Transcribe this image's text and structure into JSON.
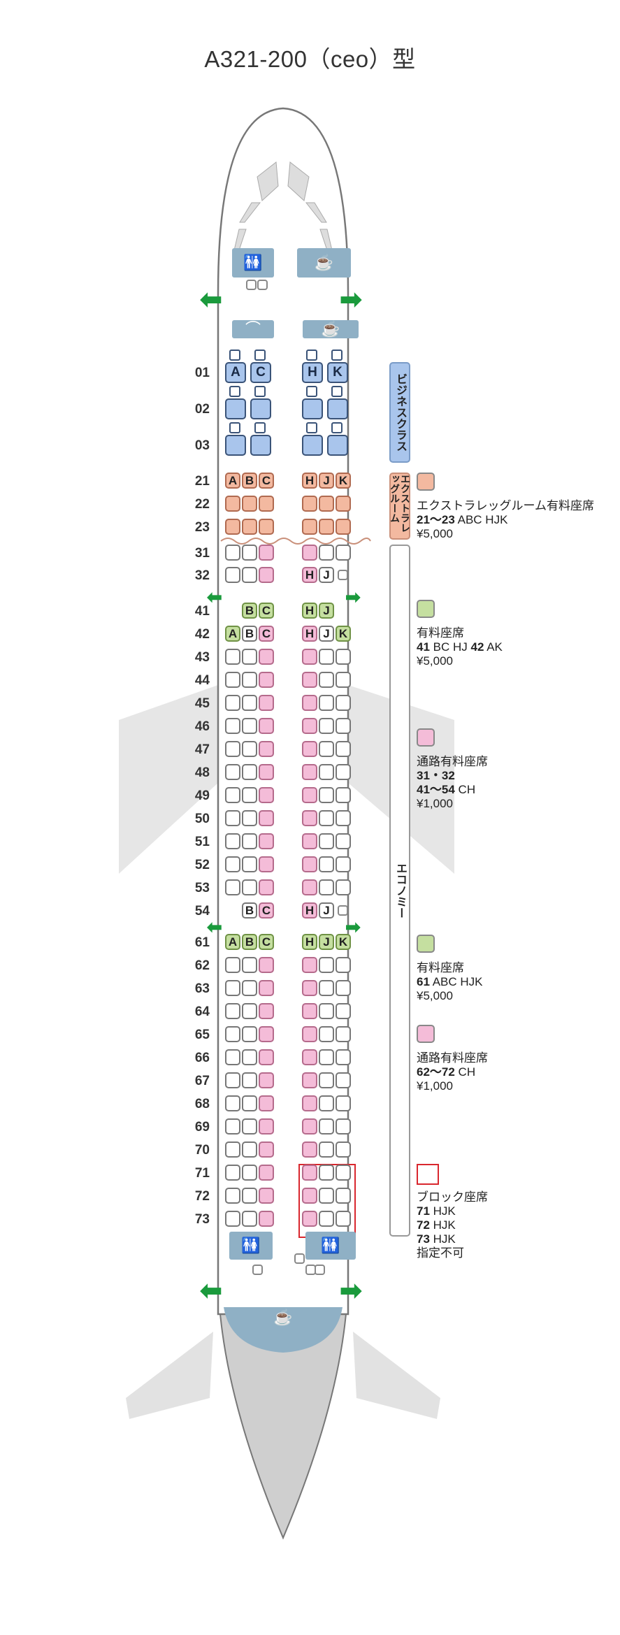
{
  "title": "A321-200（ceo）型",
  "bands": {
    "business": "ビジネスクラス",
    "extra": "エクストラレッグルーム",
    "economy": "エコノミー"
  },
  "colors": {
    "business": "#a9c5ec",
    "extra": "#f3b9a0",
    "paid": "#c5dfa0",
    "aisle_paid": "#f4bcd8",
    "blocked": "#d9272e",
    "exit_arrow": "#1a9a3c",
    "facility": "#8fb0c5"
  },
  "icons": [
    "toilet-icon",
    "coffee-cup-icon",
    "hanger-icon",
    "exit-arrow-icon"
  ],
  "business_rows": [
    {
      "num": "01",
      "left": [
        "A",
        "C"
      ],
      "right": [
        "H",
        "K"
      ]
    },
    {
      "num": "02",
      "left": [
        "",
        ""
      ],
      "right": [
        "",
        ""
      ]
    },
    {
      "num": "03",
      "left": [
        "",
        ""
      ],
      "right": [
        "",
        ""
      ]
    }
  ],
  "economy_rows": [
    {
      "num": "21",
      "seats": [
        {
          "l": "A",
          "t": "ex"
        },
        {
          "l": "B",
          "t": "ex"
        },
        {
          "l": "C",
          "t": "ex"
        },
        {
          "l": "H",
          "t": "ex"
        },
        {
          "l": "J",
          "t": "ex"
        },
        {
          "l": "K",
          "t": "ex"
        }
      ]
    },
    {
      "num": "22",
      "seats": [
        {
          "l": "",
          "t": "ex"
        },
        {
          "l": "",
          "t": "ex"
        },
        {
          "l": "",
          "t": "ex"
        },
        {
          "l": "",
          "t": "ex"
        },
        {
          "l": "",
          "t": "ex"
        },
        {
          "l": "",
          "t": "ex"
        }
      ]
    },
    {
      "num": "23",
      "seats": [
        {
          "l": "",
          "t": "ex"
        },
        {
          "l": "",
          "t": "ex"
        },
        {
          "l": "",
          "t": "ex"
        },
        {
          "l": "",
          "t": "ex"
        },
        {
          "l": "",
          "t": "ex"
        },
        {
          "l": "",
          "t": "ex"
        }
      ]
    },
    {
      "num": "31",
      "seats": [
        {
          "l": "",
          "t": "st"
        },
        {
          "l": "",
          "t": "st"
        },
        {
          "l": "",
          "t": "ai"
        },
        {
          "l": "",
          "t": "ai"
        },
        {
          "l": "",
          "t": "st"
        },
        {
          "l": "",
          "t": "st"
        }
      ]
    },
    {
      "num": "32",
      "seats": [
        {
          "l": "",
          "t": "st"
        },
        {
          "l": "",
          "t": "st"
        },
        {
          "l": "",
          "t": "ai"
        },
        {
          "l": "H",
          "t": "ai"
        },
        {
          "l": "J",
          "t": "st"
        },
        {
          "l": "",
          "t": "tiny"
        }
      ]
    },
    {
      "num": "41",
      "seats": [
        {
          "l": "",
          "t": "none"
        },
        {
          "l": "B",
          "t": "pd"
        },
        {
          "l": "C",
          "t": "pd"
        },
        {
          "l": "H",
          "t": "pd"
        },
        {
          "l": "J",
          "t": "pd"
        },
        {
          "l": "",
          "t": "none"
        }
      ]
    },
    {
      "num": "42",
      "seats": [
        {
          "l": "A",
          "t": "pd"
        },
        {
          "l": "B",
          "t": "st"
        },
        {
          "l": "C",
          "t": "ai"
        },
        {
          "l": "H",
          "t": "ai"
        },
        {
          "l": "J",
          "t": "st"
        },
        {
          "l": "K",
          "t": "pd"
        }
      ]
    },
    {
      "num": "43",
      "seats": "std"
    },
    {
      "num": "44",
      "seats": "std"
    },
    {
      "num": "45",
      "seats": "std"
    },
    {
      "num": "46",
      "seats": "std"
    },
    {
      "num": "47",
      "seats": "std"
    },
    {
      "num": "48",
      "seats": "std"
    },
    {
      "num": "49",
      "seats": "std"
    },
    {
      "num": "50",
      "seats": "std"
    },
    {
      "num": "51",
      "seats": "std"
    },
    {
      "num": "52",
      "seats": "std"
    },
    {
      "num": "53",
      "seats": "std"
    },
    {
      "num": "54",
      "seats": [
        {
          "l": "",
          "t": "none"
        },
        {
          "l": "B",
          "t": "st"
        },
        {
          "l": "C",
          "t": "ai"
        },
        {
          "l": "H",
          "t": "ai"
        },
        {
          "l": "J",
          "t": "st"
        },
        {
          "l": "",
          "t": "tiny"
        }
      ]
    },
    {
      "num": "61",
      "seats": [
        {
          "l": "A",
          "t": "pd"
        },
        {
          "l": "B",
          "t": "pd"
        },
        {
          "l": "C",
          "t": "pd"
        },
        {
          "l": "H",
          "t": "pd"
        },
        {
          "l": "J",
          "t": "pd"
        },
        {
          "l": "K",
          "t": "pd"
        }
      ]
    },
    {
      "num": "62",
      "seats": "std"
    },
    {
      "num": "63",
      "seats": "std"
    },
    {
      "num": "64",
      "seats": "std"
    },
    {
      "num": "65",
      "seats": "std"
    },
    {
      "num": "66",
      "seats": "std"
    },
    {
      "num": "67",
      "seats": "std"
    },
    {
      "num": "68",
      "seats": "std"
    },
    {
      "num": "69",
      "seats": "std"
    },
    {
      "num": "70",
      "seats": "std"
    },
    {
      "num": "71",
      "seats": "std"
    },
    {
      "num": "72",
      "seats": "std"
    },
    {
      "num": "73",
      "seats": "std"
    }
  ],
  "legend": [
    {
      "type": "ex",
      "lines": [
        [
          {
            "t": "エクストラレッグルーム有料座席"
          }
        ],
        [
          {
            "t": "21～23",
            "b": true
          },
          {
            "t": " ABC HJK"
          }
        ],
        [
          {
            "t": "¥5,000"
          }
        ]
      ]
    },
    {
      "type": "pd",
      "lines": [
        [
          {
            "t": "有料座席"
          }
        ],
        [
          {
            "t": "41",
            "b": true
          },
          {
            "t": " BC HJ   "
          },
          {
            "t": "42",
            "b": true
          },
          {
            "t": " AK"
          }
        ],
        [
          {
            "t": "¥5,000"
          }
        ]
      ]
    },
    {
      "type": "ai",
      "lines": [
        [
          {
            "t": "通路有料座席"
          }
        ],
        [
          {
            "t": "31・32",
            "b": true
          }
        ],
        [
          {
            "t": "41～54",
            "b": true
          },
          {
            "t": " CH"
          }
        ],
        [
          {
            "t": "¥1,000"
          }
        ]
      ]
    },
    {
      "type": "pd",
      "lines": [
        [
          {
            "t": "有料座席"
          }
        ],
        [
          {
            "t": "61",
            "b": true
          },
          {
            "t": " ABC HJK"
          }
        ],
        [
          {
            "t": "¥5,000"
          }
        ]
      ]
    },
    {
      "type": "ai",
      "lines": [
        [
          {
            "t": "通路有料座席"
          }
        ],
        [
          {
            "t": "62～72",
            "b": true
          },
          {
            "t": " CH"
          }
        ],
        [
          {
            "t": "¥1,000"
          }
        ]
      ]
    },
    {
      "type": "block",
      "lines": [
        [
          {
            "t": "ブロック座席"
          }
        ],
        [
          {
            "t": "71",
            "b": true
          },
          {
            "t": " HJK"
          }
        ],
        [
          {
            "t": "72",
            "b": true
          },
          {
            "t": " HJK"
          }
        ],
        [
          {
            "t": "73",
            "b": true
          },
          {
            "t": " HJK"
          }
        ],
        [
          {
            "t": "指定不可"
          }
        ]
      ]
    }
  ]
}
